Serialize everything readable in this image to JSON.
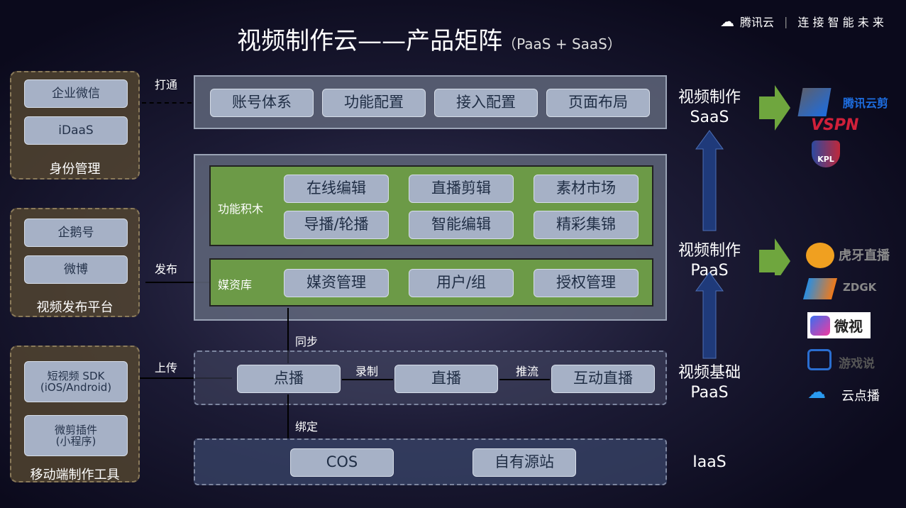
{
  "title": "视频制作云——产品矩阵",
  "subtitle": "（PaaS + SaaS）",
  "brand": {
    "name": "腾讯云",
    "slogan": "连 接 智 能 未 来"
  },
  "left": {
    "identity": {
      "items": [
        "企业微信",
        "iDaaS"
      ],
      "label": "身份管理"
    },
    "publish": {
      "items": [
        "企鹅号",
        "微博"
      ],
      "label": "视频发布平台"
    },
    "mobile": {
      "items": [
        "短视频 SDK\n(iOS/Android)",
        "微剪插件\n(小程序)"
      ],
      "label": "移动端制作工具"
    }
  },
  "arrows": {
    "connect": "打通",
    "publish": "发布",
    "upload": "上传",
    "sync": "同步",
    "record": "录制",
    "push": "推流",
    "bind": "绑定"
  },
  "saas": {
    "items": [
      "账号体系",
      "功能配置",
      "接入配置",
      "页面布局"
    ]
  },
  "blocks": {
    "label": "功能积木",
    "items": [
      "在线编辑",
      "直播剪辑",
      "素材市场",
      "导播/轮播",
      "智能编辑",
      "精彩集锦"
    ]
  },
  "media": {
    "label": "媒资库",
    "items": [
      "媒资管理",
      "用户/组",
      "授权管理"
    ]
  },
  "base": {
    "items": [
      "点播",
      "直播",
      "互动直播"
    ]
  },
  "iaas": {
    "items": [
      "COS",
      "自有源站"
    ]
  },
  "right": {
    "saas": "视频制作\nSaaS",
    "paas": "视频制作\nPaaS",
    "base": "视频基础\nPaaS",
    "iaas": "IaaS"
  },
  "logos": {
    "saas": [
      "腾讯云剪",
      "VSPN",
      "KPL"
    ],
    "paas": [
      "虎牙直播",
      "ZDGK",
      "微视",
      "游戏说",
      "云点播"
    ]
  }
}
